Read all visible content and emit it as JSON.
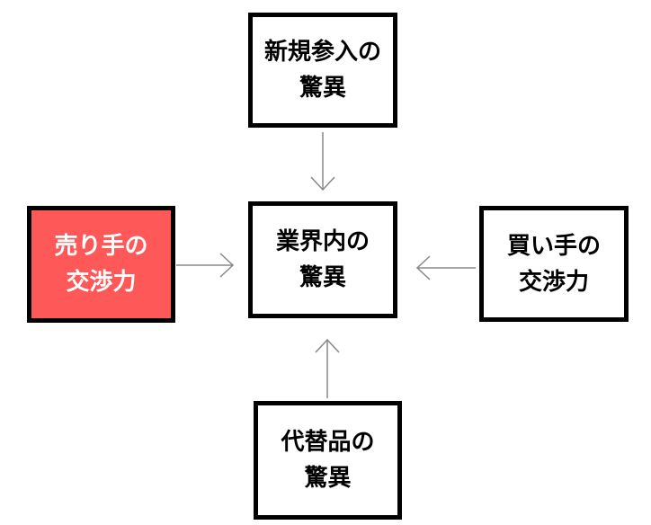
{
  "colors": {
    "border": "#000000",
    "highlight_fill": "#ff5858",
    "highlight_text": "#ffffff",
    "arrow": "#888888"
  },
  "forces": {
    "new_entrants": {
      "line1": "新規参入の",
      "line2": "驚異"
    },
    "industry": {
      "line1": "業界内の",
      "line2": "驚異"
    },
    "sellers": {
      "line1": "売り手の",
      "line2": "交渉力"
    },
    "buyers": {
      "line1": "買い手の",
      "line2": "交渉力"
    },
    "substitutes": {
      "line1": "代替品の",
      "line2": "驚異"
    }
  }
}
